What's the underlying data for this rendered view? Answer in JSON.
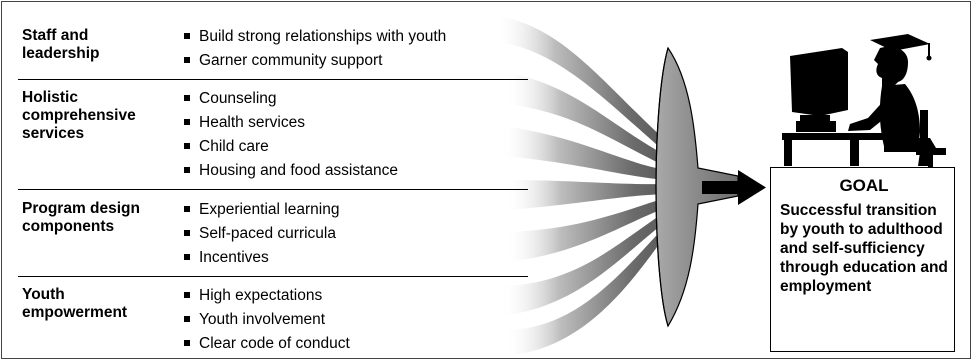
{
  "categories": [
    {
      "label": "Staff and\nleadership",
      "items": [
        "Build strong relationships with youth",
        "Garner community support"
      ]
    },
    {
      "label": "Holistic\ncomprehensive\nservices",
      "items": [
        "Counseling",
        "Health services",
        "Child care",
        "Housing and food assistance"
      ]
    },
    {
      "label": "Program design\ncomponents",
      "items": [
        "Experiential learning",
        "Self-paced curricula",
        "Incentives"
      ]
    },
    {
      "label": "Youth\nempowerment",
      "items": [
        "High expectations",
        "Youth involvement",
        "Clear code of conduct"
      ]
    }
  ],
  "goal": {
    "title": "GOAL",
    "text": "Successful transition by youth to adulthood and self-sufficiency through education and employment"
  },
  "colors": {
    "funnel": "#8c8c8c",
    "arrow": "#000000",
    "figure": "#000000"
  },
  "icons": [
    "funnel-icon",
    "arrow-right-icon",
    "graduate-at-computer-icon"
  ]
}
